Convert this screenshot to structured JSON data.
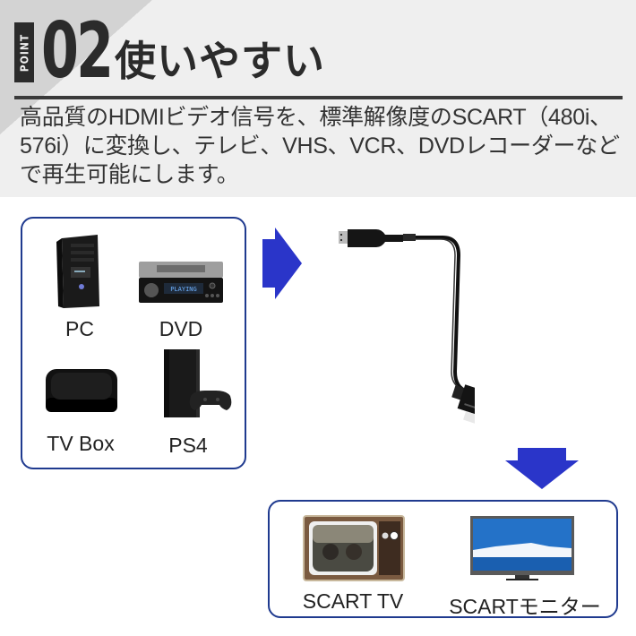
{
  "header": {
    "badge": "POINT",
    "number": "02",
    "title": "使いやすい",
    "description": "高品質のHDMIビデオ信号を、標準解像度のSCART（480i、576i）に変換し、テレビ、VHS、VCR、DVDレコーダーなどで再生可能にします。"
  },
  "sources": {
    "items": [
      {
        "label": "PC",
        "icon": "pc-tower-icon"
      },
      {
        "label": "DVD",
        "icon": "dvd-player-icon"
      },
      {
        "label": "TV Box",
        "icon": "tv-box-icon"
      },
      {
        "label": "PS4",
        "icon": "ps4-console-icon"
      }
    ]
  },
  "cable": {
    "icon": "hdmi-to-scart-cable-icon",
    "display_text": "PLAYING"
  },
  "outputs": {
    "items": [
      {
        "label": "SCART TV",
        "icon": "retro-tv-icon"
      },
      {
        "label": "SCARTモニター",
        "icon": "flat-monitor-icon"
      }
    ]
  },
  "colors": {
    "accent_blue": "#2a35c9",
    "panel_border": "#1f3a8f",
    "header_bg": "#efefef",
    "text_dark": "#2b2b2b"
  }
}
